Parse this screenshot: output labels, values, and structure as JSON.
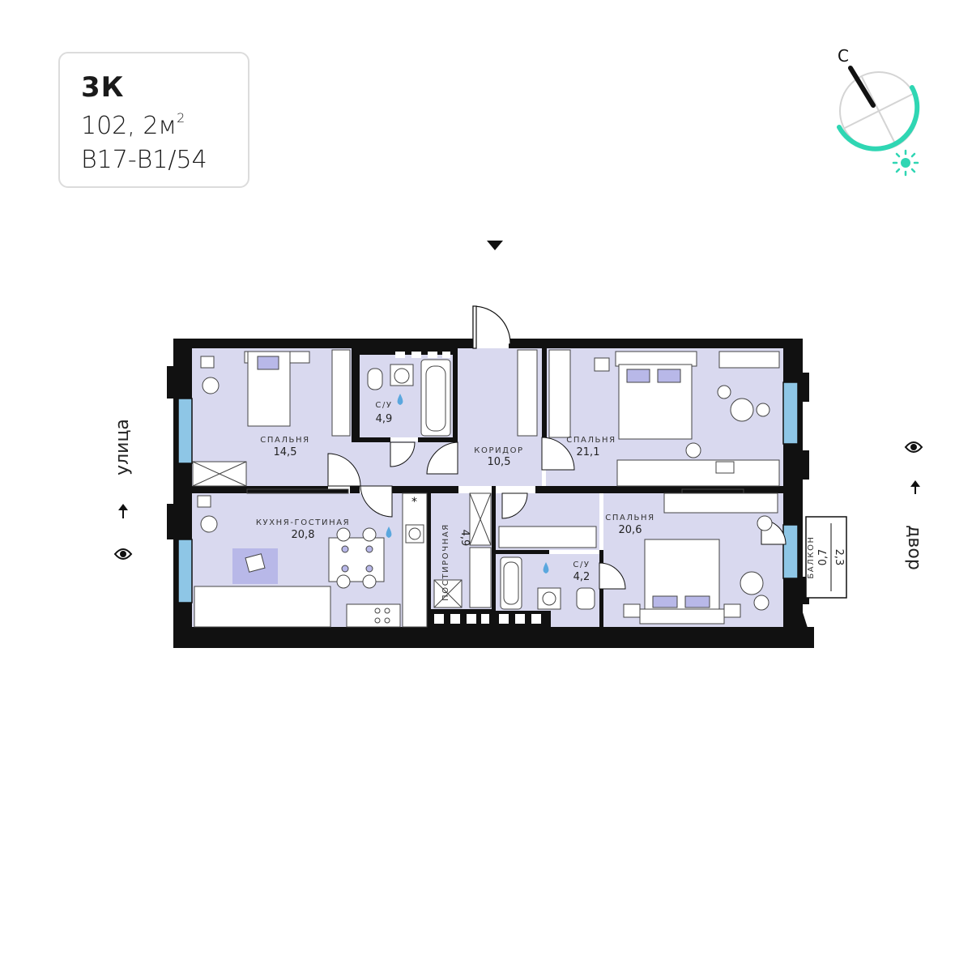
{
  "apartment": {
    "type": "3К",
    "area_value": "102, 2м",
    "area_sup": "2",
    "code": "В17-В1/54"
  },
  "sides": {
    "left": "улица",
    "right": "двор"
  },
  "compass": {
    "north_label": "С",
    "accent_color": "#2fd6b3",
    "sun_icon": "sun-icon"
  },
  "rooms": {
    "bedroom_1": {
      "label": "СПАЛЬНЯ",
      "area": "14,5"
    },
    "bathroom_1": {
      "label": "С/У",
      "area": "4,9"
    },
    "corridor": {
      "label": "КОРИДОР",
      "area": "10,5"
    },
    "bedroom_2": {
      "label": "СПАЛЬНЯ",
      "area": "21,1"
    },
    "kitchen": {
      "label": "КУХНЯ-ГОСТИНАЯ",
      "area": "20,8"
    },
    "laundry": {
      "label": "ПОСТИРОЧНАЯ",
      "area": "4,9"
    },
    "bathroom_2": {
      "label": "С/У",
      "area": "4,2"
    },
    "bedroom_3": {
      "label": "СПАЛЬНЯ",
      "area": "20,6"
    },
    "balcony": {
      "label": "БАЛКОН",
      "area_a": "0,7",
      "area_b": "2,3"
    }
  },
  "colors": {
    "room_fill": "#d9d9ef",
    "wall": "#111111",
    "window": "#8ec6e6",
    "water_drop": "#5aa7de"
  }
}
